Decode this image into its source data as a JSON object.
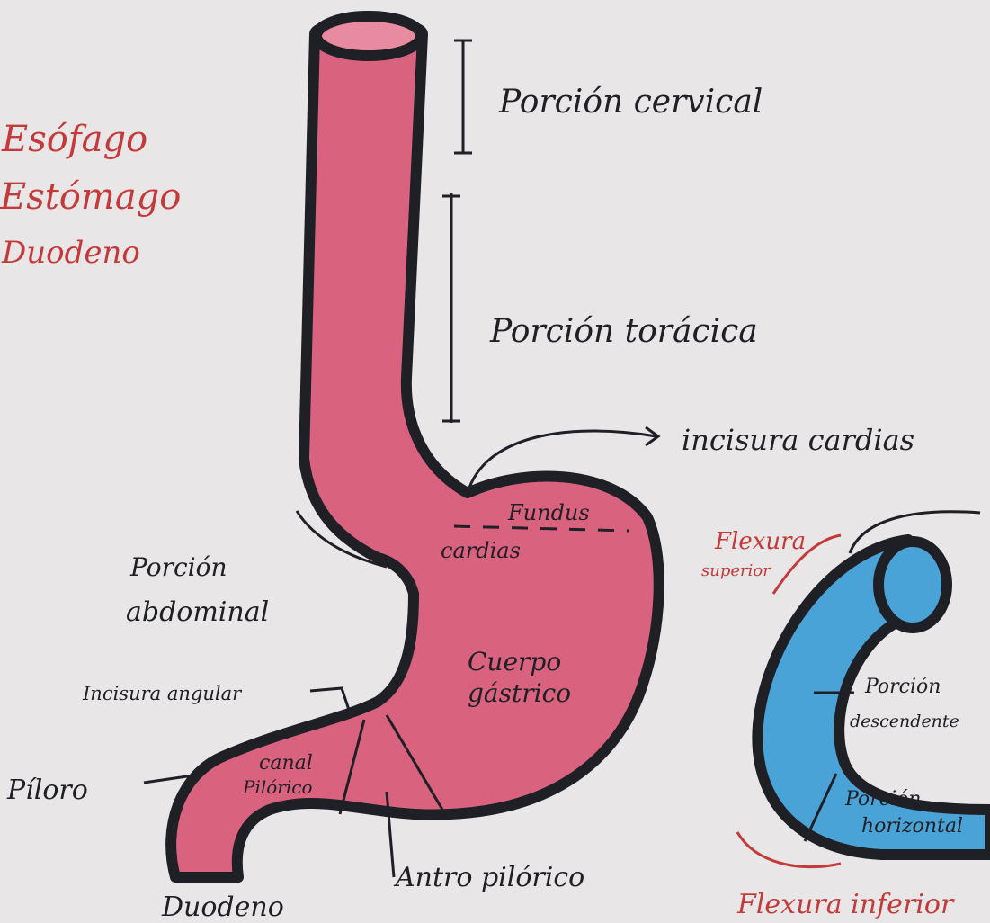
{
  "title_list": [
    "Esófago",
    "Estómago",
    "Duodeno"
  ],
  "labels": {
    "porcion_cervical": "Porción cervical",
    "porcion_toracica": "Porción torácica",
    "incisura_cardias": "incisura cardias",
    "fundus": "Fundus",
    "cardias": "cardias",
    "porcion_abdominal_1": "Porción",
    "porcion_abdominal_2": "abdominal",
    "cuerpo_1": "Cuerpo",
    "cuerpo_2": "gástrico",
    "incisura_angular": "Incisura angular",
    "piloro": "Píloro",
    "canal_1": "canal",
    "canal_2": "Pilórico",
    "antro": "Antro pilórico",
    "duodeno": "Duodeno",
    "flexura_superior_1": "Flexura",
    "flexura_superior_2": "superior",
    "porcion_descendente_1": "Porción",
    "porcion_descendente_2": "descendente",
    "porcion_horizontal_1": "Porción",
    "porcion_horizontal_2": "horizontal",
    "flexura_inferior": "Flexura inferior"
  },
  "colors": {
    "paper": "#e9e6e7",
    "esophagus_stomach": "#d9637f",
    "duodenum": "#4aa3d6",
    "outline": "#1f1f26",
    "red_ink": "#c43a3a"
  }
}
